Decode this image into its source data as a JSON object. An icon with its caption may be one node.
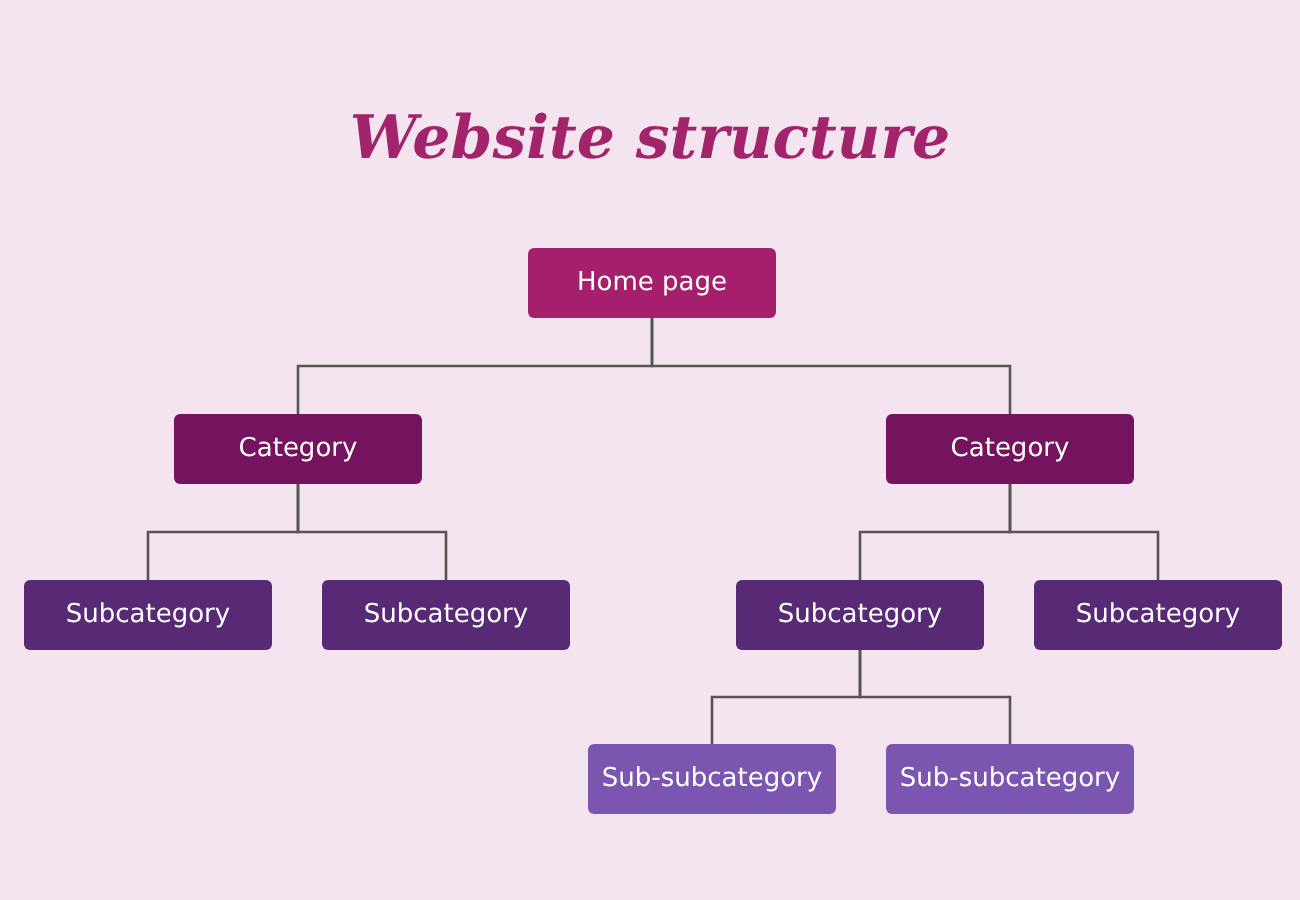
{
  "diagram": {
    "title": "Website structure",
    "nodes": [
      {
        "text": [
          "Home page"
        ]
      },
      {
        "text": [
          "Category"
        ]
      },
      {
        "text": [
          "Category"
        ]
      },
      {
        "text": [
          "Subcategory"
        ]
      },
      {
        "text": [
          "Subcategory"
        ]
      },
      {
        "text": [
          "Subcategory"
        ]
      },
      {
        "text": [
          "Subcategory"
        ]
      },
      {
        "text": [
          "Sub-subcategory"
        ]
      },
      {
        "text": [
          "Sub-subcategory"
        ]
      }
    ],
    "edges": [
      {
        "from": 0,
        "to": 1,
        "arrow": "none"
      },
      {
        "from": 0,
        "to": 2,
        "arrow": "none"
      },
      {
        "from": 1,
        "to": 3,
        "arrow": "none"
      },
      {
        "from": 1,
        "to": 4,
        "arrow": "none"
      },
      {
        "from": 2,
        "to": 5,
        "arrow": "none"
      },
      {
        "from": 2,
        "to": 6,
        "arrow": "none"
      },
      {
        "from": 5,
        "to": 7,
        "arrow": "none"
      },
      {
        "from": 5,
        "to": 8,
        "arrow": "none"
      }
    ]
  }
}
